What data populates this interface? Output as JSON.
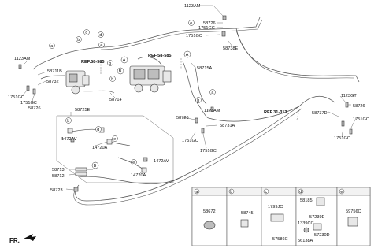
{
  "orientation_label": "FR.",
  "refs": {
    "ref_58_585_left": "REF.58-585",
    "ref_58_585_right": "REF.58-585",
    "ref_31_313": "REF.31-313"
  },
  "letters": {
    "a": "a",
    "b": "b",
    "c": "c",
    "d": "d",
    "e": "e",
    "A": "A",
    "B": "B"
  },
  "parts": {
    "p1123AM_top": "1123AM",
    "p58726_top": "58726",
    "p1751GC_top1": "1751GC",
    "p1751GC_top2": "1751GC",
    "p58738E": "58738E",
    "p1123AM_left": "1123AM",
    "p58711B": "58711B",
    "p58732": "58732",
    "p1751GC_l1": "1751GC",
    "p1751GC_l2": "1751GC",
    "p58726_l": "58726",
    "p58714": "58714",
    "p58715A": "58715A",
    "p1123AM_mid": "1123AM",
    "p58726_mid": "58726",
    "p58731A": "58731A",
    "p1751GC_m1": "1751GC",
    "p1751GC_m2": "1751GC",
    "p1123GT": "1123GT",
    "p58737D": "58737D",
    "p58726_r": "58726",
    "p1751GC_r1": "1751GC",
    "p1751GC_r2": "1751GC",
    "p58725E": "58725E",
    "p1472AV_1": "1472AV",
    "p14720A_1": "14720A",
    "p1472AV_2": "1472AV",
    "p14720A_2": "14720A",
    "p58713": "58713",
    "p58712": "58712",
    "p58723": "58723"
  },
  "legend": {
    "cells": [
      {
        "letter": "a",
        "parts": [
          "58672"
        ]
      },
      {
        "letter": "b",
        "parts": [
          "58745"
        ]
      },
      {
        "letter": "c",
        "parts": [
          "1799JC",
          "57586C"
        ]
      },
      {
        "letter": "d",
        "parts": [
          "58185",
          "57239E",
          "1339CC",
          "56138A",
          "57230D"
        ]
      },
      {
        "letter": "e",
        "parts": [
          "59756C"
        ]
      }
    ]
  }
}
